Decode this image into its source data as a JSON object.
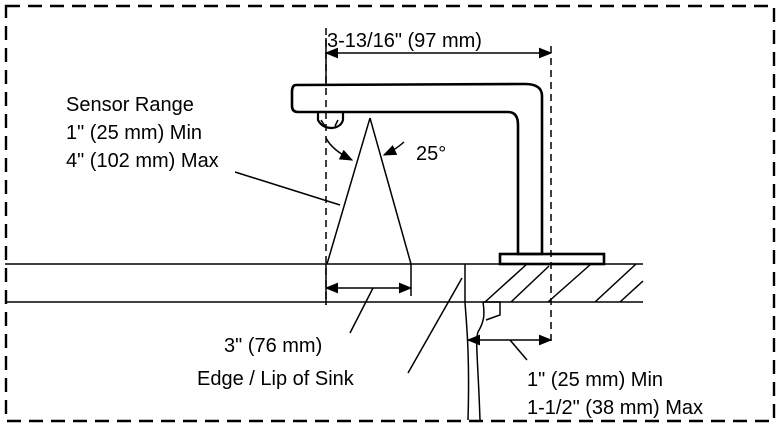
{
  "labels": {
    "spout_width": "3-13/16\" (97 mm)",
    "sensor_range_title": "Sensor Range",
    "sensor_range_min": "1\" (25 mm) Min",
    "sensor_range_max": "4\" (102 mm) Max",
    "angle": "25°",
    "spray_width": "3\" (76 mm)",
    "edge_lip": "Edge / Lip of Sink",
    "setback_min": "1\" (25 mm) Min",
    "setback_max": "1-1/2\" (38 mm) Max"
  },
  "colors": {
    "line": "#000000",
    "background": "#ffffff"
  }
}
